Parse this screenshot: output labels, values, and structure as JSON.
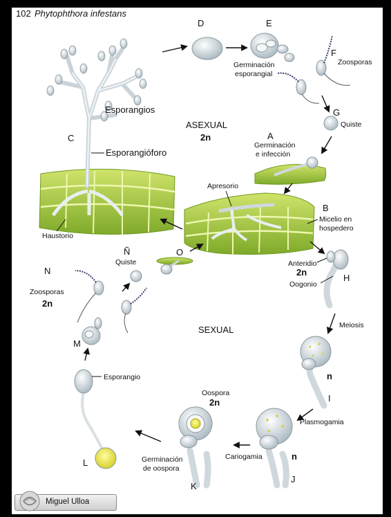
{
  "header": {
    "page_number": "102",
    "species": "Phytophthora infestans"
  },
  "stages": {
    "A": "A",
    "B": "B",
    "C": "C",
    "D": "D",
    "E": "E",
    "F": "F",
    "G": "G",
    "H": "H",
    "I": "I",
    "J": "J",
    "K": "K",
    "L": "L",
    "M": "M",
    "N": "N",
    "N_tilde": "Ñ",
    "O": "O"
  },
  "labels": {
    "esporangios": "Esporangios",
    "esporangioforo": "Esporangióforo",
    "haustorio": "Haustorio",
    "asexual": "ASEXUAL",
    "asexual_ploidy": "2n",
    "germinacion_esporangial_1": "Germinación",
    "germinacion_esporangial_2": "esporangial",
    "zoosporas_f": "Zoosporas",
    "quiste_g": "Quiste",
    "germinacion_infeccion_1": "Germinación",
    "germinacion_infeccion_2": "e infección",
    "apresorio": "Apresorio",
    "micelio_1": "Micelio en",
    "micelio_2": "hospedero",
    "anteridio": "Anteridio",
    "h_ploidy": "2n",
    "oogonio": "Oogonio",
    "meiosis": "Meiosis",
    "i_ploidy": "n",
    "plasmogamia": "Plasmogamia",
    "j_ploidy": "n",
    "oospora": "Oospora",
    "oospora_ploidy": "2n",
    "cariogamia": "Cariogamia",
    "germinacion_oospora_1": "Germinación",
    "germinacion_oospora_2": "de oospora",
    "esporangio": "Esporangio",
    "sexual": "SEXUAL",
    "zoosporas_n": "Zoosporas",
    "n_ploidy": "2n",
    "quiste_n": "Quiste"
  },
  "credit": {
    "author": "Miguel Ulloa"
  },
  "colors": {
    "tissue_green": "#9bc43a",
    "tissue_light": "#d8ec7a",
    "cell_gray": "#dfe6ea",
    "yellow_oospore": "#e9e84a",
    "flagella": "#3a3a6a"
  }
}
